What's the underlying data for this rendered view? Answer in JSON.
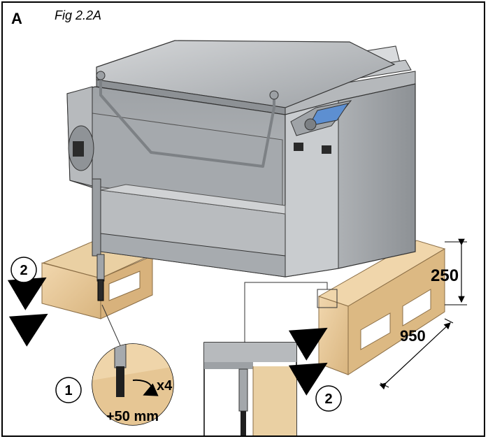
{
  "panel_letter": "A",
  "figure_caption": "Fig 2.2A",
  "callouts": {
    "feet_step": "1",
    "pallet_step_left": "2",
    "pallet_step_right": "2"
  },
  "feet_detail": {
    "count": "x4",
    "adjust": "+50 mm"
  },
  "dimensions": {
    "height": "250",
    "length": "950"
  },
  "colors": {
    "steel_light": "#c9cccf",
    "steel_mid": "#a9adb1",
    "steel_dark": "#7f8387",
    "wood": "#e8c99a",
    "wood_dark": "#c9a66f",
    "outline": "#222222"
  }
}
